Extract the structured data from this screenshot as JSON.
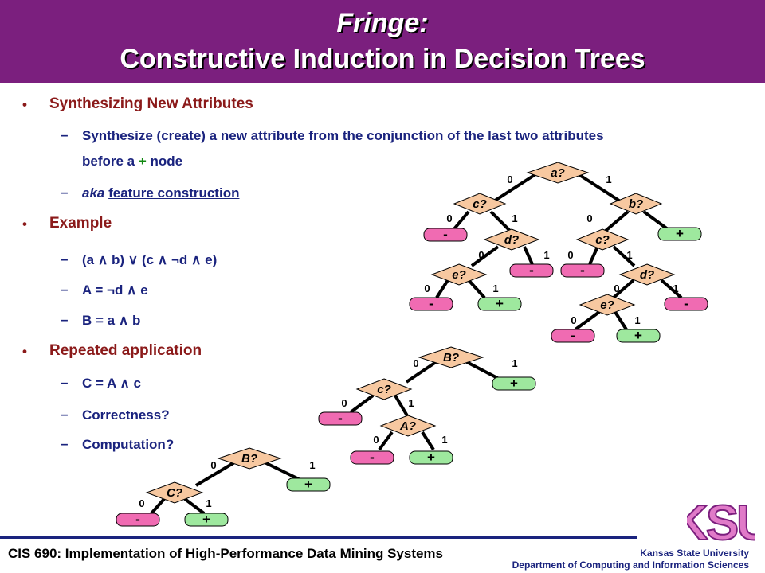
{
  "header": {
    "title_line1": "Fringe:",
    "title_line2": "Constructive Induction in Decision Trees"
  },
  "bullets": {
    "b1": "Synthesizing New Attributes",
    "b1_sub1_pre": "Synthesize (create) a new attribute from the conjunction of the last two attributes",
    "b1_sub1_post_a": "before a ",
    "b1_sub1_plus": "+",
    "b1_sub1_post_b": " node",
    "b1_sub2_aka": "aka",
    "b1_sub2_term": "feature construction",
    "b2": "Example",
    "b2_sub1": "(a ∧ b) ∨ (c ∧ ¬d ∧ e)",
    "b2_sub2": "A = ¬d ∧ e",
    "b2_sub3": "B = a ∧ b",
    "b3": "Repeated application",
    "b3_sub1": "C = A ∧ c",
    "b3_sub2": "Correctness?",
    "b3_sub3": "Computation?"
  },
  "trees": {
    "node_color": "#f7c8a0",
    "leaf_neg_color": "#f06bb2",
    "leaf_pos_color": "#9ee89e",
    "tree1": {
      "a": "a?",
      "b": "b?",
      "c1": "c?",
      "d1": "d?",
      "c2": "c?",
      "d2": "d?",
      "e1": "e?",
      "e2": "e?",
      "zero": "0",
      "one": "1",
      "neg": "-",
      "pos": "+"
    },
    "tree2": {
      "B": "B?",
      "c": "c?",
      "A": "A?",
      "zero": "0",
      "one": "1",
      "neg": "-",
      "pos": "+"
    },
    "tree3": {
      "B": "B?",
      "C": "C?",
      "zero": "0",
      "one": "1",
      "neg": "-",
      "pos": "+"
    }
  },
  "footer": {
    "course": "CIS 690: Implementation of High-Performance Data Mining Systems",
    "university": "Kansas State University",
    "department": "Department of Computing and Information Sciences",
    "logo_text": "KSU"
  }
}
